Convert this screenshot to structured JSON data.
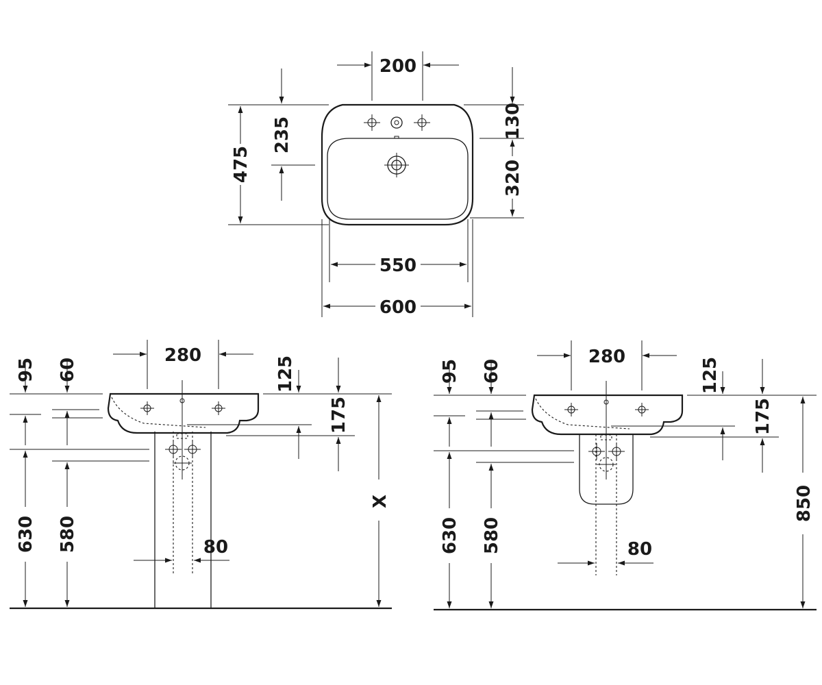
{
  "colors": {
    "line": "#1a1a1a",
    "background": "#ffffff"
  },
  "top_view": {
    "pitch_200": "200",
    "depth_475": "475",
    "to_tap_235": "235",
    "rim_130": "130",
    "bowl_320": "320",
    "bowl_550": "550",
    "width_600": "600"
  },
  "pedestal_view": {
    "tap_pitch_280": "280",
    "d95": "95",
    "d60": "60",
    "d125": "125",
    "d175": "175",
    "h630": "630",
    "h580": "580",
    "d80": "80",
    "height_x": "X"
  },
  "semi_pedestal_view": {
    "tap_pitch_280": "280",
    "d95": "95",
    "d60": "60",
    "d125": "125",
    "d175": "175",
    "h630": "630",
    "h580": "580",
    "d80": "80",
    "height_850": "850"
  }
}
